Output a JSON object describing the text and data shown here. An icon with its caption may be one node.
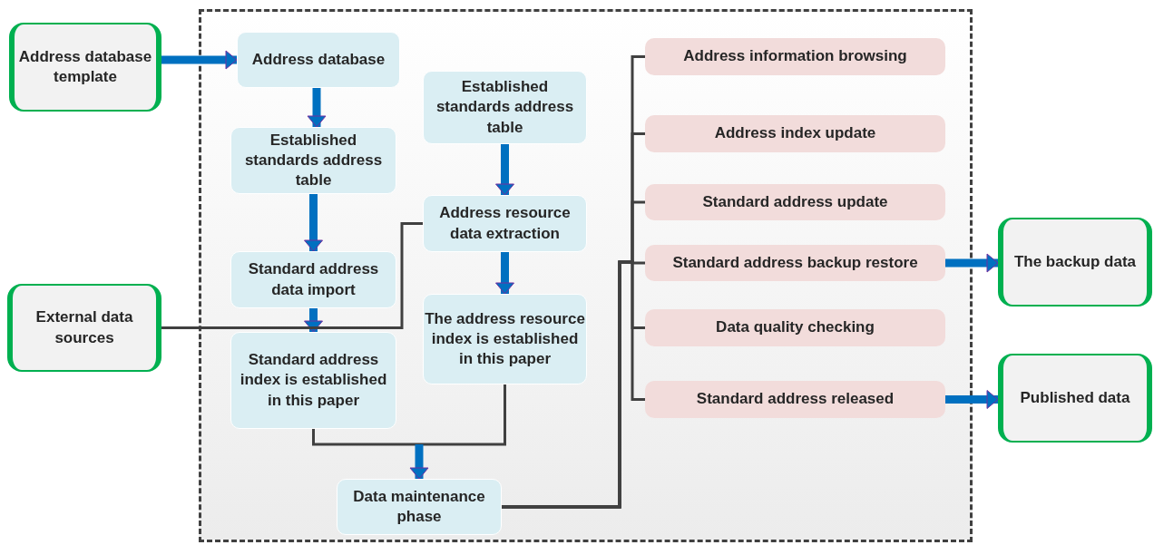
{
  "diagram": {
    "nodes": [
      {
        "text": [],
        "shape": "box"
      },
      {
        "text": [
          "Address database template"
        ]
      },
      {
        "text": [
          "Address database"
        ],
        "in": 0
      },
      {
        "text": [
          "Established standards address table"
        ],
        "in": 0
      },
      {
        "text": [
          "Established standards address table"
        ],
        "in": 0
      },
      {
        "text": [
          "Standard address data import"
        ],
        "in": 0
      },
      {
        "text": [
          "Address resource data extraction"
        ],
        "in": 0
      },
      {
        "text": [
          "External data sources"
        ]
      },
      {
        "text": [
          "Standard address index is established in this paper"
        ],
        "in": 0
      },
      {
        "text": [
          "The address resource index is established in this paper"
        ],
        "in": 0
      },
      {
        "text": [
          "Data maintenance phase"
        ],
        "in": 0
      },
      {
        "text": [
          "Address information browsing"
        ],
        "in": 0
      },
      {
        "text": [
          "Address index update"
        ],
        "in": 0
      },
      {
        "text": [
          "Standard address update"
        ],
        "in": 0
      },
      {
        "text": [
          "Standard address backup restore"
        ],
        "in": 0
      },
      {
        "text": [
          "The backup data"
        ]
      },
      {
        "text": [
          "Data quality checking"
        ],
        "in": 0
      },
      {
        "text": [
          "Standard address released"
        ],
        "in": 0
      },
      {
        "text": [
          "Published data"
        ]
      }
    ],
    "edges": [
      {
        "from": 1,
        "to": 2,
        "arrow": "to",
        "style": "thick",
        "color": "#0070c0"
      },
      {
        "from": 2,
        "to": 3,
        "arrow": "to",
        "style": "thick",
        "color": "#0070c0"
      },
      {
        "from": 3,
        "to": 5,
        "arrow": "to",
        "style": "thick",
        "color": "#0070c0"
      },
      {
        "from": 5,
        "to": 8,
        "arrow": "to",
        "style": "thick",
        "color": "#0070c0"
      },
      {
        "from": 4,
        "to": 6,
        "arrow": "to",
        "style": "thick",
        "color": "#0070c0"
      },
      {
        "from": 6,
        "to": 9,
        "arrow": "to",
        "style": "thick",
        "color": "#0070c0"
      },
      {
        "from": 7,
        "to": 6,
        "arrow": "none"
      },
      {
        "from": 8,
        "to": 10,
        "arrow": "to"
      },
      {
        "from": 9,
        "to": 10,
        "arrow": "to"
      },
      {
        "from": 10,
        "to": 11,
        "arrow": "none"
      },
      {
        "from": 10,
        "to": 12,
        "arrow": "none"
      },
      {
        "from": 10,
        "to": 13,
        "arrow": "none"
      },
      {
        "from": 10,
        "to": 14,
        "arrow": "none"
      },
      {
        "from": 10,
        "to": 16,
        "arrow": "none"
      },
      {
        "from": 10,
        "to": 17,
        "arrow": "none"
      },
      {
        "from": 14,
        "to": 15,
        "arrow": "to",
        "style": "thick",
        "color": "#0070c0"
      },
      {
        "from": 17,
        "to": 18,
        "arrow": "to",
        "style": "thick",
        "color": "#0070c0"
      }
    ]
  }
}
